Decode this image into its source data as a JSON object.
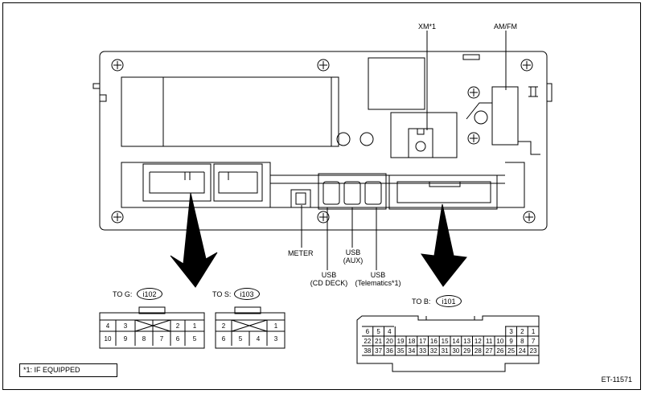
{
  "labels": {
    "xm": "XM*1",
    "amfm": "AM/FM",
    "meter": "METER",
    "usb_cd": [
      "USB",
      "(CD DECK)"
    ],
    "usb_aux": [
      "USB",
      "(AUX)"
    ],
    "usb_tel": [
      "USB",
      "(Telematics*1)"
    ]
  },
  "connectors": {
    "g": {
      "prefix": "TO G:",
      "id": "i102",
      "row1": [
        "4",
        "3",
        "",
        "2",
        "1"
      ],
      "row2": [
        "10",
        "9",
        "8",
        "7",
        "6",
        "5"
      ]
    },
    "s": {
      "prefix": "TO S:",
      "id": "i103",
      "row1": [
        "2",
        "",
        "1"
      ],
      "row2": [
        "6",
        "5",
        "4",
        "3"
      ]
    },
    "b": {
      "prefix": "TO B:",
      "id": "i101",
      "row1_left": [
        "6",
        "5",
        "4"
      ],
      "row1_right": [
        "3",
        "2",
        "1"
      ],
      "row2": [
        "22",
        "21",
        "20",
        "19",
        "18",
        "17",
        "16",
        "15",
        "14",
        "13",
        "12",
        "11",
        "10",
        "9",
        "8",
        "7"
      ],
      "row3": [
        "38",
        "37",
        "36",
        "35",
        "34",
        "33",
        "32",
        "31",
        "30",
        "29",
        "28",
        "27",
        "26",
        "25",
        "24",
        "23"
      ]
    }
  },
  "footnote": "*1: IF EQUIPPED",
  "figure_code": "ET-11571"
}
